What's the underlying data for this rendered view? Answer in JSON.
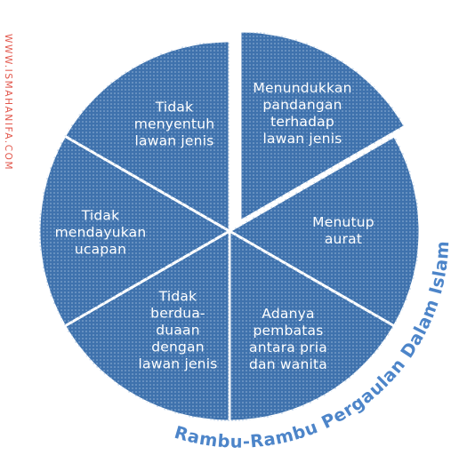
{
  "watermark": "WWW.ISMAHANIFA.COM",
  "title": "Rambu-Rambu Pergaulan Dalam Islam",
  "colors": {
    "segment_fill": "#3f72ad",
    "segment_stroke": "#ffffff",
    "dots": "#9ab8da",
    "title": "#4d85c9",
    "watermark": "#e2574c"
  },
  "segments": [
    {
      "label": "Menundukkan\npandangan\nterhadap\nlawan jenis",
      "exploded": true
    },
    {
      "label": "Menutup\naurat"
    },
    {
      "label": "Adanya\npembatas\nantara pria\ndan wanita"
    },
    {
      "label": "Tidak\nberdua-\nduaan\ndengan\nlawan jenis"
    },
    {
      "label": "Tidak\nmendayukan\nucapan"
    },
    {
      "label": "Tidak\nmenyentuh\nlawan jenis"
    }
  ]
}
